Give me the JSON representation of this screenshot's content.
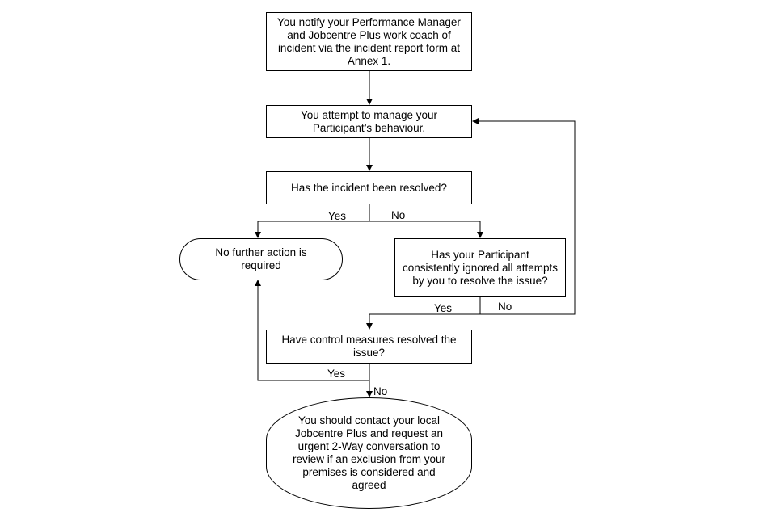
{
  "nodes": {
    "notify": "You notify your Performance Manager and Jobcentre Plus work coach of incident via the incident report form at Annex 1.",
    "manage": "You attempt to manage your Participant’s behaviour.",
    "resolved": "Has the incident been resolved?",
    "no_action": "No further action is required",
    "ignored": "Has your Participant consistently ignored all attempts by you to resolve the issue?",
    "control": "Have control measures resolved the issue?",
    "contact": "You should contact your local Jobcentre Plus and request an urgent 2-Way conversation to review if an exclusion from your premises is considered and agreed"
  },
  "labels": {
    "resolved_yes": "Yes",
    "resolved_no": "No",
    "ignored_yes": "Yes",
    "ignored_no": "No",
    "control_yes": "Yes",
    "control_no": "No"
  }
}
